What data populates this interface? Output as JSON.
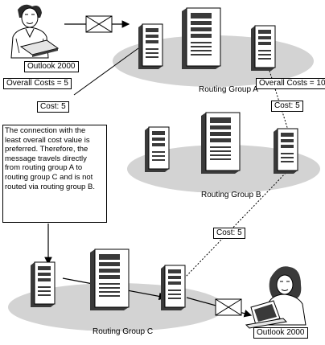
{
  "colors": {
    "group_fill": "#d3d3d3",
    "server_dark": "#3a3a3a",
    "server_light": "#ffffff",
    "line": "#000000"
  },
  "clients": {
    "top": {
      "label": "Outlook 2000",
      "icon": "man-with-laptop-icon"
    },
    "bottom": {
      "label": "Outlook 2000",
      "icon": "woman-with-laptop-icon"
    }
  },
  "messages": {
    "icon": "envelope-icon"
  },
  "routing_groups": {
    "a": {
      "label": "Routing Group A"
    },
    "b": {
      "label": "Routing Group B"
    },
    "c": {
      "label": "Routing Group C"
    }
  },
  "costs": {
    "overall_left": "Overall Costs = 5",
    "overall_right": "Overall Costs = 10",
    "cost_ac": "Cost: 5",
    "cost_ab": "Cost: 5",
    "cost_bc": "Cost: 5"
  },
  "note": {
    "lines": [
      "The connection with the",
      "least overall cost value is",
      "preferred. Therefore, the",
      "message travels directly",
      "from routing group A to",
      "routing group C and is not",
      "routed via routing group B."
    ]
  }
}
